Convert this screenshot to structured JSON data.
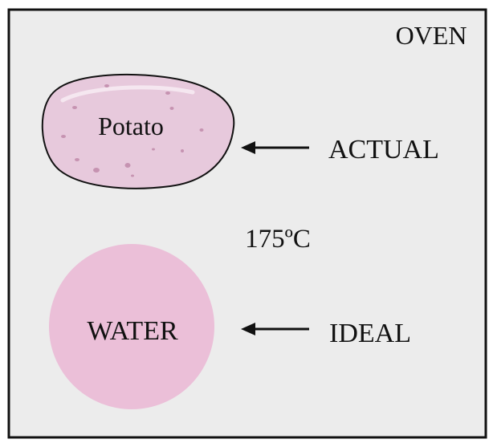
{
  "diagram": {
    "oven_label": "OVEN",
    "potato_label": "Potato",
    "water_label": "WATER",
    "actual_label": "ACTUAL",
    "ideal_label": "IDEAL",
    "temperature_label": "175ºC"
  },
  "colors": {
    "oven_fill": "#ececec",
    "border": "#111111",
    "potato_fill": "#e7c9dc",
    "potato_spots": "#c693b1",
    "water_fill": "#ebbfd8",
    "arrow": "#111111",
    "text": "#111111"
  }
}
